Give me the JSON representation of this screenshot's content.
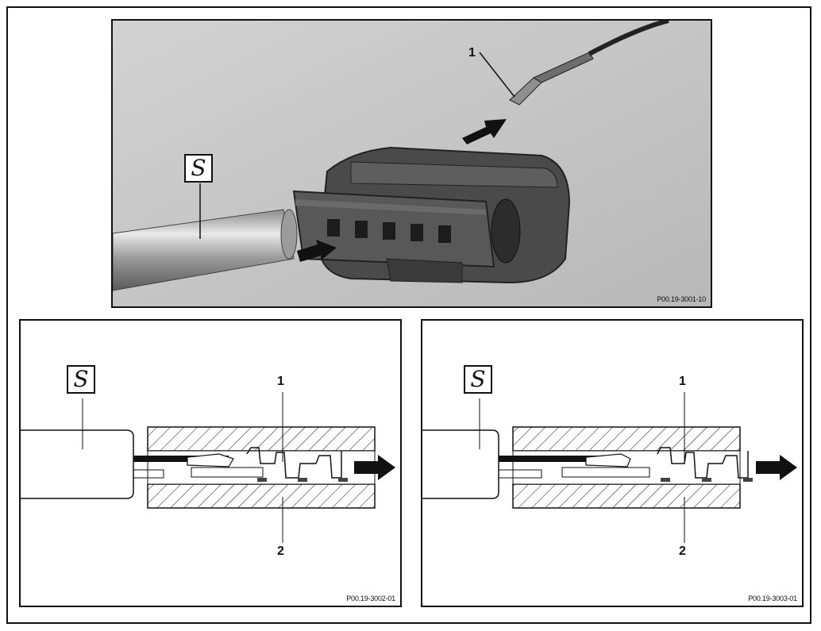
{
  "top_figure": {
    "figure_id": "P00.19-3001-10",
    "callout_1": "1",
    "tool_symbol": "S"
  },
  "left_figure": {
    "figure_id": "P00.19-3002-01",
    "callout_1": "1",
    "callout_2": "2",
    "tool_symbol": "S"
  },
  "right_figure": {
    "figure_id": "P00.19-3003-01",
    "callout_1": "1",
    "callout_2": "2",
    "tool_symbol": "S"
  },
  "icons": {
    "tool_symbol": "special-tool-icon",
    "arrow": "push-arrow-icon"
  }
}
